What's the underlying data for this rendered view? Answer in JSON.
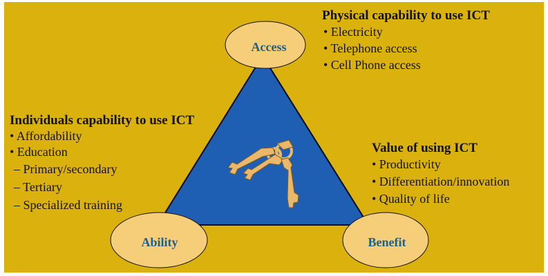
{
  "colors": {
    "background": "#dbb10e",
    "triangle_fill": "#1f5fb3",
    "triangle_stroke": "#0a0a0a",
    "node_fill": "#f6cd78",
    "node_label": "#1f5f8c",
    "keys": "#e9b86a"
  },
  "nodes": {
    "access": "Access",
    "ability": "Ability",
    "benefit": "Benefit"
  },
  "center_icon": "keys-icon",
  "access_block": {
    "heading": "Physical capability to use ICT",
    "items": [
      "• Electricity",
      "• Telephone access",
      "• Cell Phone access"
    ]
  },
  "ability_block": {
    "heading": "Individuals capability to use ICT",
    "items": [
      "• Affordability",
      "• Education"
    ],
    "subitems": [
      "– Primary/secondary",
      "– Tertiary",
      "– Specialized training"
    ]
  },
  "benefit_block": {
    "heading": "Value of using ICT",
    "items": [
      "• Productivity",
      "• Differentiation/innovation",
      "• Quality of life"
    ]
  }
}
